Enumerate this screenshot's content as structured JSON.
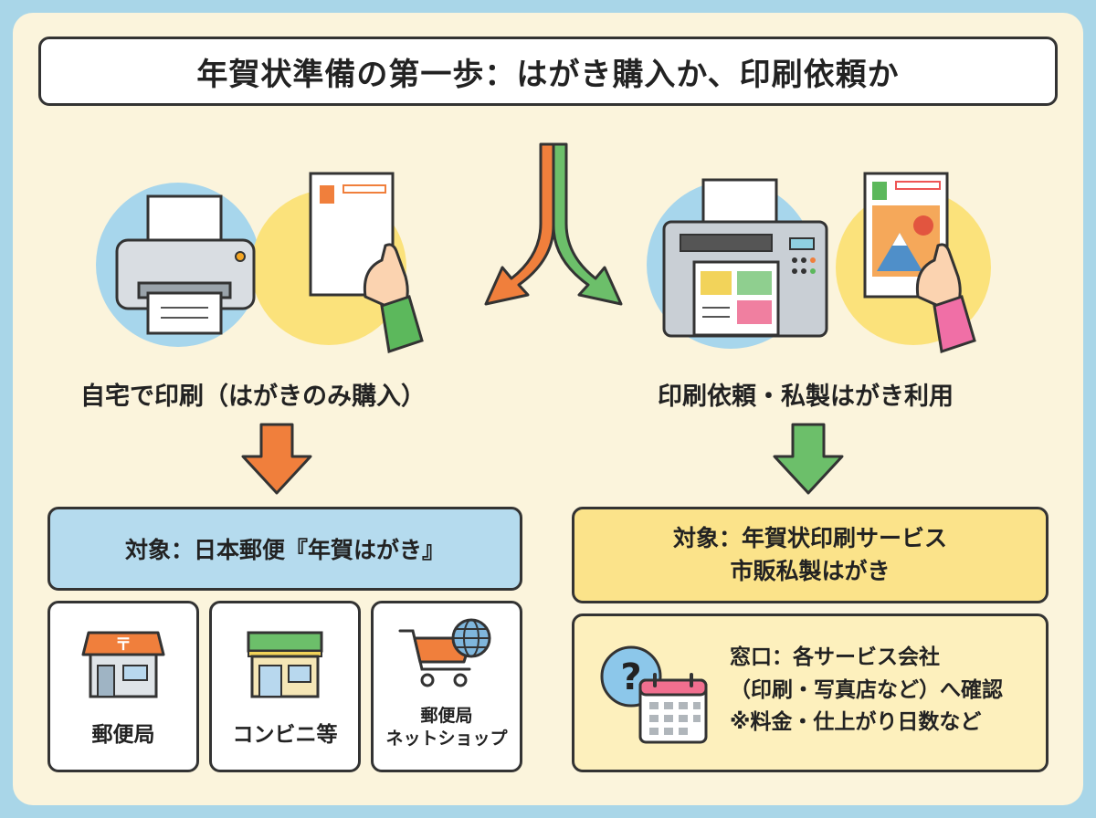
{
  "title": "年賀状準備の第一歩：はがき購入か、印刷依頼か",
  "left": {
    "label": "自宅で印刷（はがきのみ購入）",
    "target": "対象：日本郵便『年賀はがき』",
    "shops": [
      "郵便局",
      "コンビニ等",
      "郵便局",
      "ネットショップ"
    ],
    "arrow_color": "#f07f3c"
  },
  "right": {
    "label": "印刷依頼・私製はがき利用",
    "target_line1": "対象：年賀状印刷サービス",
    "target_line2": "市販私製はがき",
    "contact_line1": "窓口：各サービス会社",
    "contact_line2": "（印刷・写真店など）へ確認",
    "contact_line3": "※料金・仕上がり日数など",
    "arrow_color": "#6cbf6a"
  },
  "colors": {
    "background": "#a9d6e8",
    "panel": "#fbf4dc",
    "left_box": "#b5dbee",
    "right_box": "#fbe38a"
  },
  "icons": [
    "printer-icon",
    "postcard-hand-icon",
    "large-printer-icon",
    "new-year-card-hand-icon",
    "post-office-icon",
    "convenience-store-icon",
    "shopping-cart-globe-icon",
    "question-calendar-icon"
  ]
}
